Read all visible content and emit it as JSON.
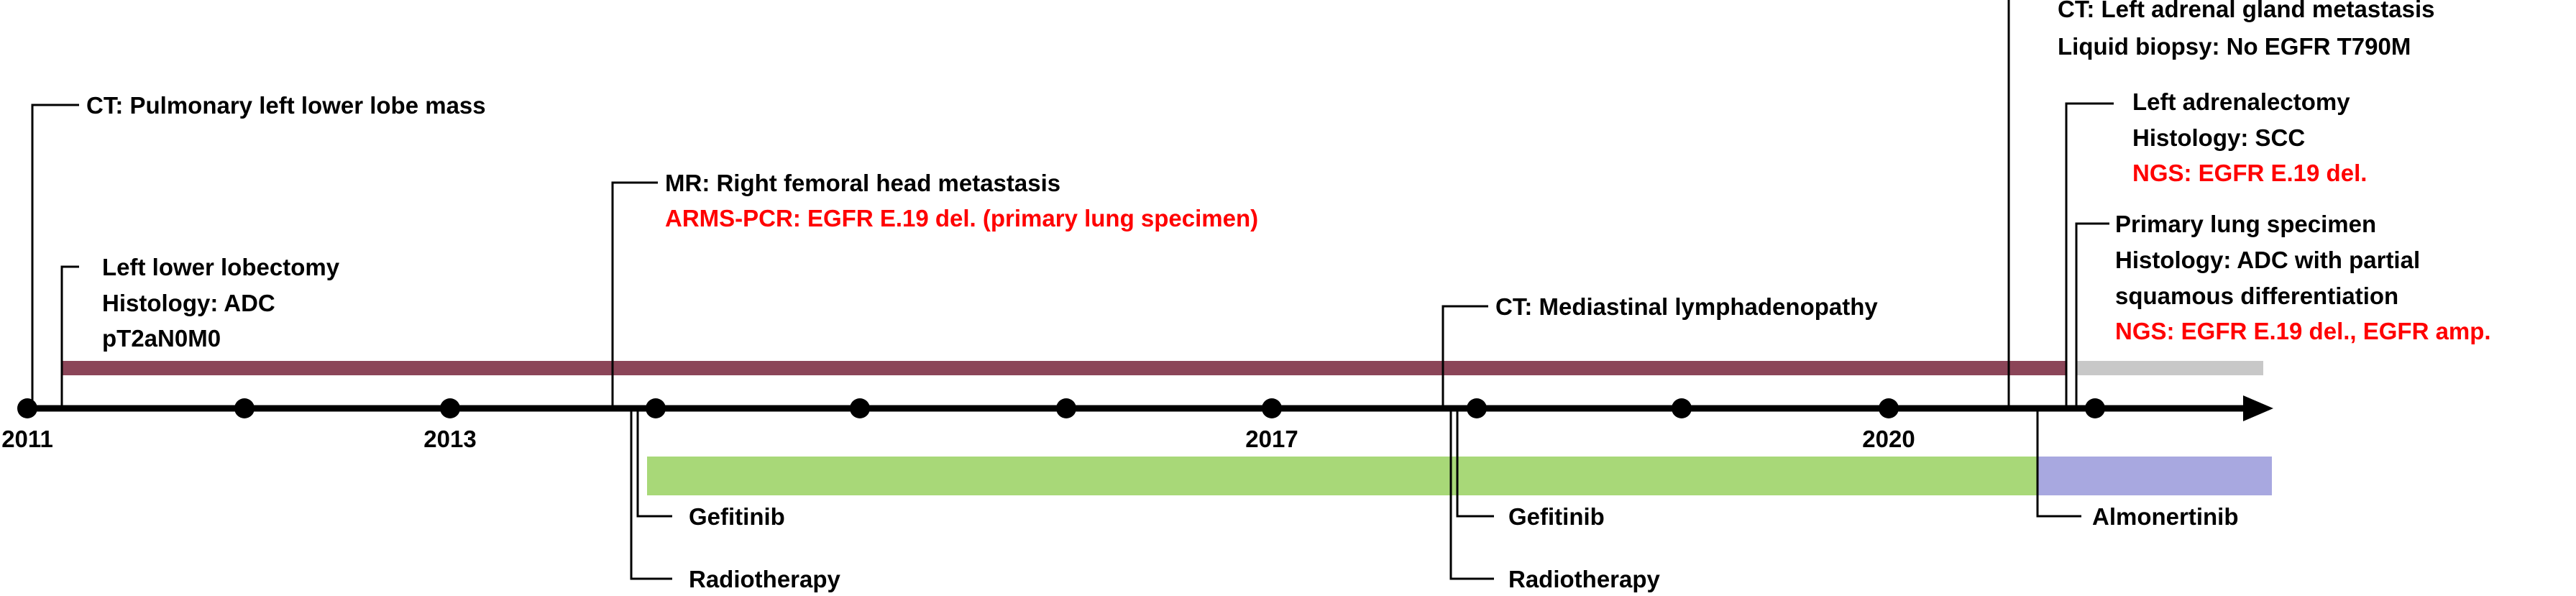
{
  "colors": {
    "axis": "#000000",
    "surgery_bar": "#8b4558",
    "gray_bar": "#c8c8c8",
    "gefitinib_bar": "#a8d878",
    "almonertinib_bar": "#a8a8e0",
    "highlight_text": "#ff0000"
  },
  "timeline": {
    "years": [
      "2011",
      "2013",
      "2017",
      "2020"
    ]
  },
  "events": {
    "ct_pulmonary": {
      "line1": "CT: Pulmonary left lower lobe mass"
    },
    "lobectomy": {
      "line1": "Left lower lobectomy",
      "line2": "Histology: ADC",
      "line3": "pT2aN0M0"
    },
    "mr_femoral": {
      "line1": "MR: Right femoral head metastasis",
      "line2": "ARMS-PCR: EGFR E.19 del. (primary lung specimen)"
    },
    "ct_mediastinal": {
      "line1": "CT: Mediastinal lymphadenopathy"
    },
    "ct_adrenal": {
      "line1": "CT: Left adrenal gland metastasis",
      "line2": "Liquid biopsy: No EGFR T790M"
    },
    "adrenalectomy": {
      "line1": "Left adrenalectomy",
      "line2": "Histology: SCC",
      "line3": "NGS: EGFR E.19 del."
    },
    "primary_lung": {
      "line1": "Primary lung specimen",
      "line2": "Histology: ADC with partial",
      "line3": "squamous differentiation",
      "line4": "NGS: EGFR E.19 del., EGFR amp."
    }
  },
  "treatments": {
    "gefitinib_1": "Gefitinib",
    "radiotherapy_1": "Radiotherapy",
    "gefitinib_2": "Gefitinib",
    "radiotherapy_2": "Radiotherapy",
    "almonertinib": "Almonertinib"
  }
}
